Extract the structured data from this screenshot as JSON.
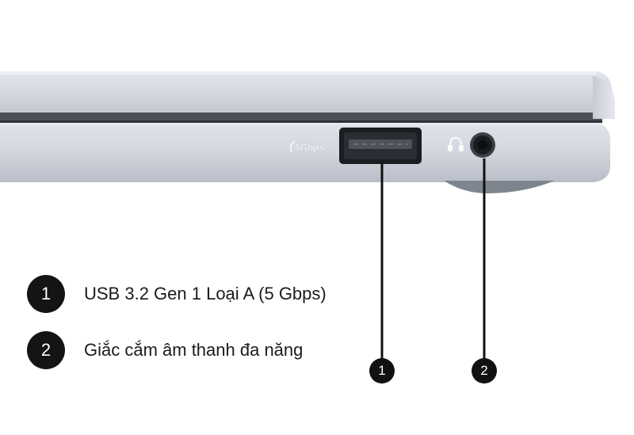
{
  "laptop": {
    "usb_speed_label": "5Gbps"
  },
  "legend": [
    {
      "number": "1",
      "label": "USB 3.2 Gen 1 Loại A (5 Gbps)"
    },
    {
      "number": "2",
      "label": "Giắc cắm âm thanh đa năng"
    }
  ],
  "callouts": [
    {
      "number": "1"
    },
    {
      "number": "2"
    }
  ],
  "colors": {
    "chassis": "#d7dbe2",
    "badge": "#141414",
    "text": "#1b1b1b"
  }
}
